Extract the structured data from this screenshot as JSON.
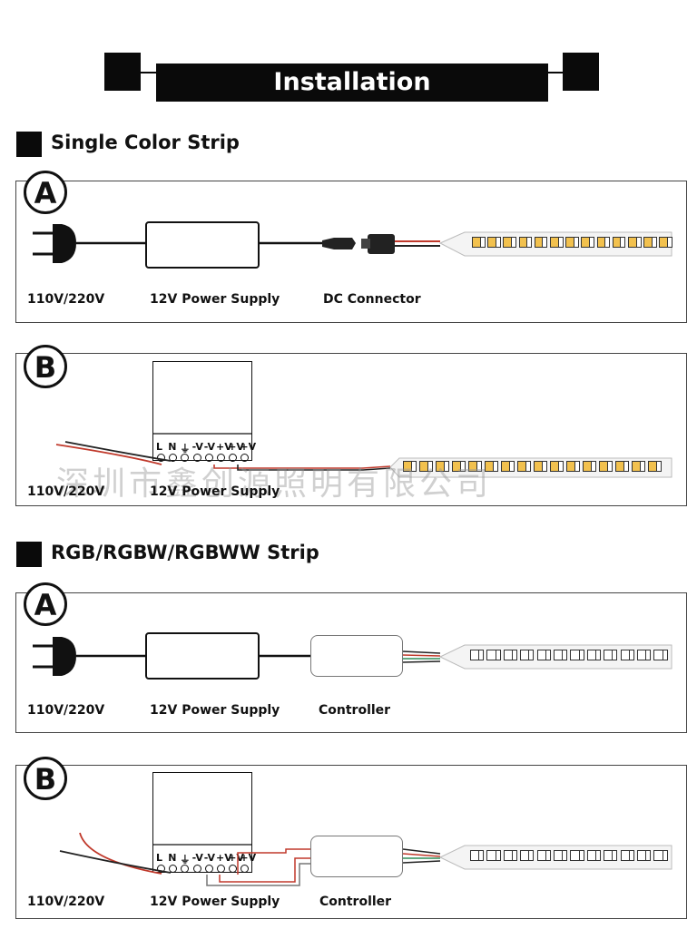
{
  "banner": {
    "title": "Installation"
  },
  "single_color": {
    "title": "Single Color Strip",
    "panel_a": {
      "letter": "A",
      "labels": {
        "mains": "110V/220V",
        "power": "12V Power Supply",
        "connector": "DC Connector"
      }
    },
    "panel_b": {
      "letter": "B",
      "labels": {
        "mains": "110V/220V",
        "power": "12V Power Supply"
      },
      "terminals": [
        "L",
        "N",
        "⏚",
        "-V",
        "-V",
        "+V",
        "+V",
        "+V"
      ]
    }
  },
  "rgb": {
    "title": "RGB/RGBW/RGBWW Strip",
    "panel_a": {
      "letter": "A",
      "labels": {
        "mains": "110V/220V",
        "power": "12V Power Supply",
        "controller": "Controller"
      }
    },
    "panel_b": {
      "letter": "B",
      "labels": {
        "mains": "110V/220V",
        "power": "12V Power Supply",
        "controller": "Controller"
      },
      "terminals": [
        "L",
        "N",
        "⏚",
        "-V",
        "-V",
        "+V",
        "+V",
        "+V"
      ]
    }
  },
  "watermark": "深圳市鑫创源照明有限公司",
  "colors": {
    "ink": "#0a0a0a",
    "panel_border": "#444444",
    "wire_red": "#c0392b",
    "wire_green": "#2e8b57",
    "led_white": "#f4f4f4",
    "led_warm": "#f2c14e"
  }
}
